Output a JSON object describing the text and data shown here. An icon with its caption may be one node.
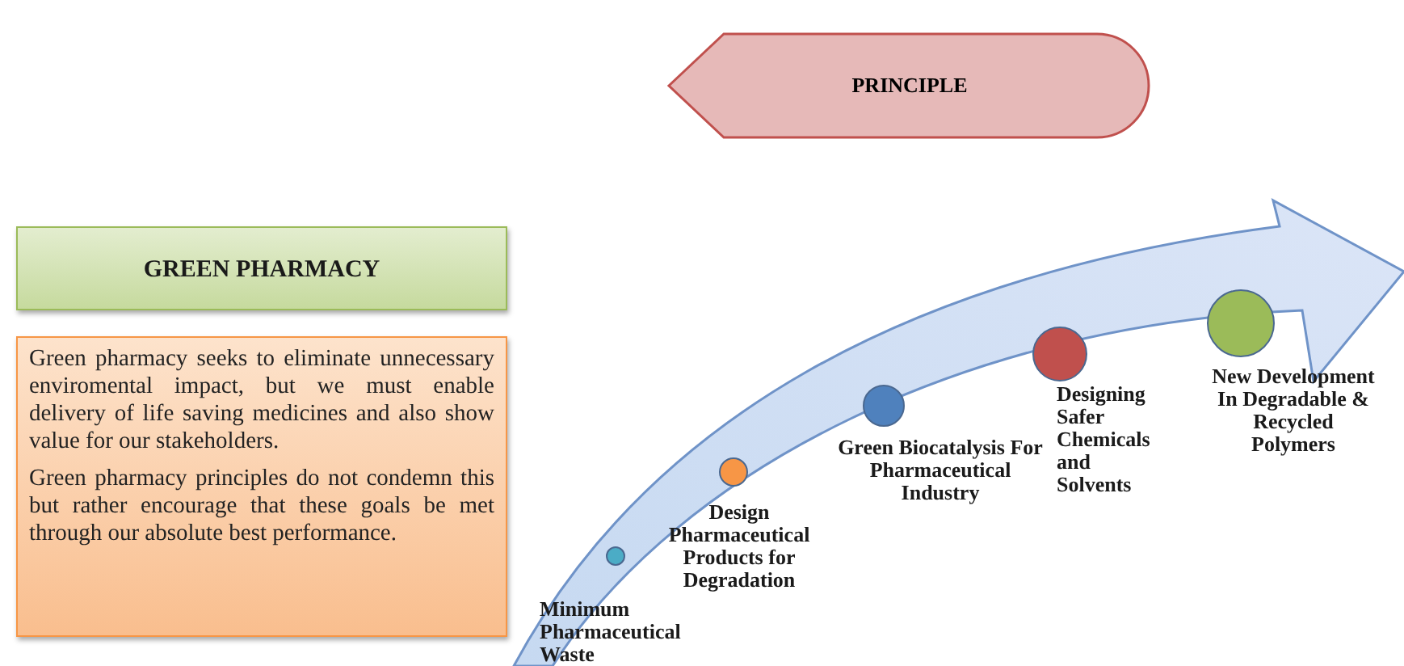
{
  "diagram": {
    "nodes": [
      {
        "text": [
          "PRINCIPLE"
        ]
      },
      {
        "text": [
          "GREEN PHARMACY"
        ]
      },
      {
        "text": [
          "Green pharmacy seeks to eliminate unnecessary enviromental impact, but we must enable delivery of life saving medicines and also show value for our stakeholders.",
          "Green pharmacy principles do not condemn this but rather encourage that these goals be met through our absolute best performance."
        ]
      },
      {
        "text": [
          "Minimum Pharmaceutical Waste"
        ]
      },
      {
        "text": [
          "Design Pharmaceutical Products for Degradation"
        ]
      },
      {
        "text": [
          "Green Biocatalysis For Pharmaceutical Industry"
        ]
      },
      {
        "text": [
          "Designing Safer Chemicals and Solvents"
        ]
      },
      {
        "text": [
          "New Development In Degradable & Recycled Polymers"
        ]
      }
    ],
    "edges": []
  }
}
